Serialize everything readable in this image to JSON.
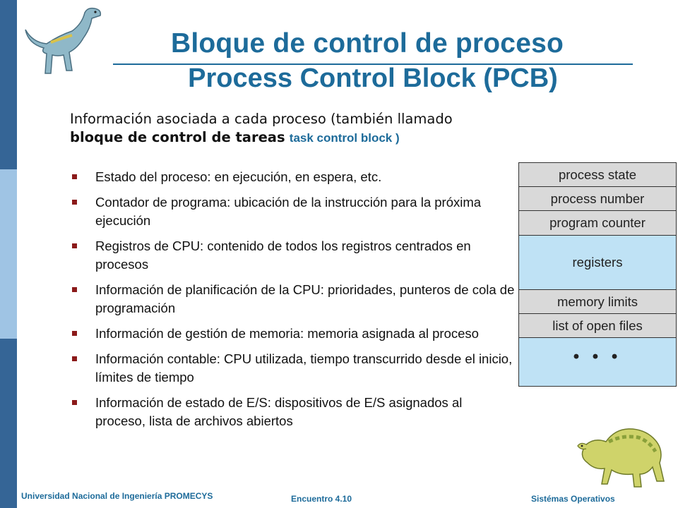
{
  "title": {
    "line1": "Bloque de control de proceso",
    "line2": "Process Control Block (PCB)"
  },
  "intro": {
    "text": "Información asociada a cada proceso (también llamado",
    "bold": "bloque de control de tareas",
    "english": "task control block )"
  },
  "bullets": [
    "Estado del proceso: en ejecución, en espera, etc.",
    "Contador de programa: ubicación de la instrucción para la próxima ejecución",
    "Registros de CPU: contenido de todos los registros centrados en procesos",
    "Información de planificación de la CPU: prioridades, punteros de cola de programación",
    "Información de gestión de memoria: memoria asignada al proceso",
    "Información contable: CPU utilizada, tiempo transcurrido desde el inicio, límites de tiempo",
    "Información de estado de E/S: dispositivos de E/S asignados al proceso, lista de archivos abiertos"
  ],
  "pcb_rows": [
    "process state",
    "process number",
    "program counter",
    "registers",
    "memory limits",
    "list of open files",
    "• • •"
  ],
  "footer": {
    "left": "Universidad Nacional de Ingeniería PROMECYS",
    "center": "Encuentro 4.10",
    "right": "Sistémas Operativos"
  },
  "colors": {
    "accent": "#1d6b9a",
    "sidebar": "#356596",
    "sidebar_light": "#9fc4e4",
    "bullet": "#8b1a1a",
    "pcb_gray": "#d9d9d9",
    "pcb_blue": "#bfe2f5"
  }
}
